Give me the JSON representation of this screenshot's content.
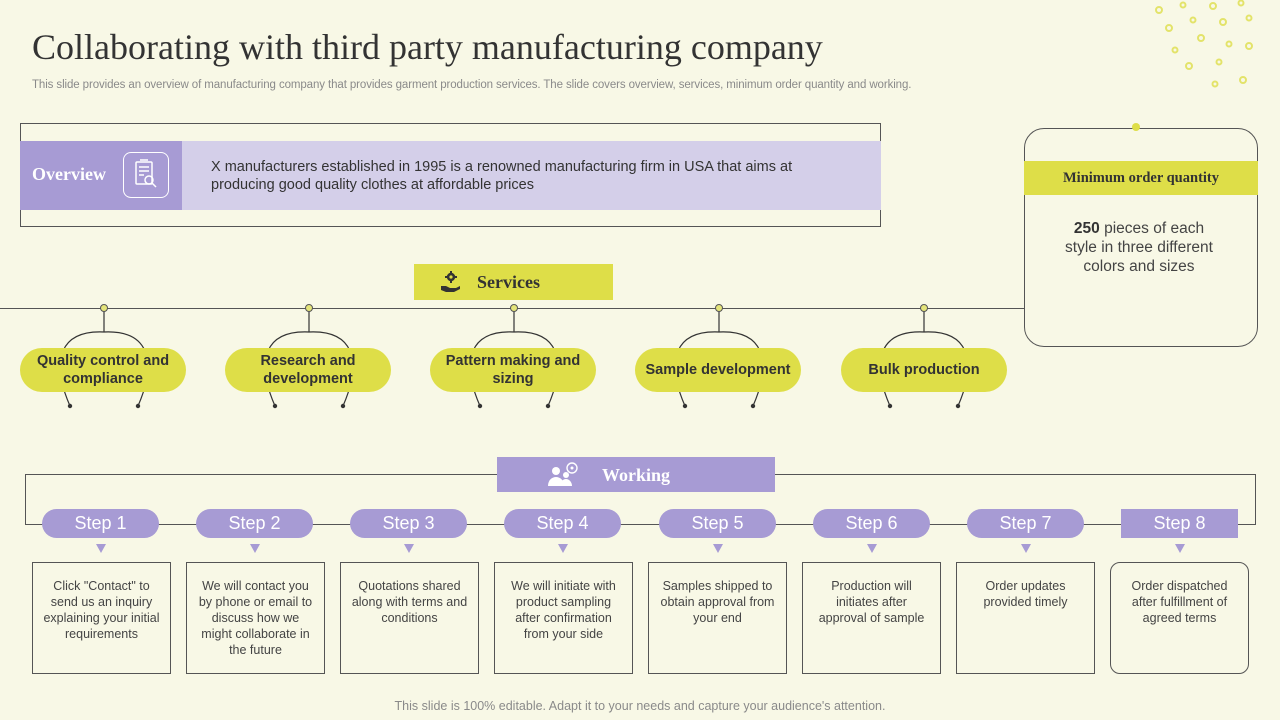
{
  "header": {
    "title": "Collaborating with third party manufacturing company",
    "subtitle": "This slide provides an overview of manufacturing company that provides garment production services. The slide covers overview,  services, minimum order quantity and working."
  },
  "overview": {
    "label": "Overview",
    "icon": "document-search-icon",
    "text": "X manufacturers established in 1995 is a renowned manufacturing firm in USA that aims at producing good quality clothes at affordable prices"
  },
  "moq": {
    "title": "Minimum order quantity",
    "quantity": "250",
    "text": " pieces of each style in three different colors and sizes"
  },
  "services": {
    "title": "Services",
    "icon": "hand-gear-icon",
    "items": [
      {
        "label": "Quality control and compliance"
      },
      {
        "label": "Research and development"
      },
      {
        "label": "Pattern making and sizing"
      },
      {
        "label": "Sample development"
      },
      {
        "label": "Bulk production"
      }
    ]
  },
  "working": {
    "title": "Working",
    "icon": "people-chat-icon",
    "steps": [
      {
        "label": "Step 1",
        "text": "Click \"Contact\" to send us an inquiry explaining your initial requirements"
      },
      {
        "label": "Step 2",
        "text": "We will contact you by phone or email to discuss how we might collaborate in the future"
      },
      {
        "label": "Step 3",
        "text": "Quotations shared along with terms and conditions"
      },
      {
        "label": "Step 4",
        "text": "We will initiate with product sampling after confirmation from your side"
      },
      {
        "label": "Step 5",
        "text": "Samples shipped to obtain approval from your end"
      },
      {
        "label": "Step 6",
        "text": "Production will initiates after approval  of sample"
      },
      {
        "label": "Step 7",
        "text": "Order updates provided timely"
      },
      {
        "label": "Step 8",
        "text": "Order dispatched after fulfillment of agreed terms"
      }
    ]
  },
  "footer": "This slide is 100% editable. Adapt it to your needs and capture your audience's attention.",
  "colors": {
    "yellow": "#dede48",
    "purple": "#a79bd4",
    "lavender": "#d4cfe9",
    "background": "#f8f8e6"
  }
}
